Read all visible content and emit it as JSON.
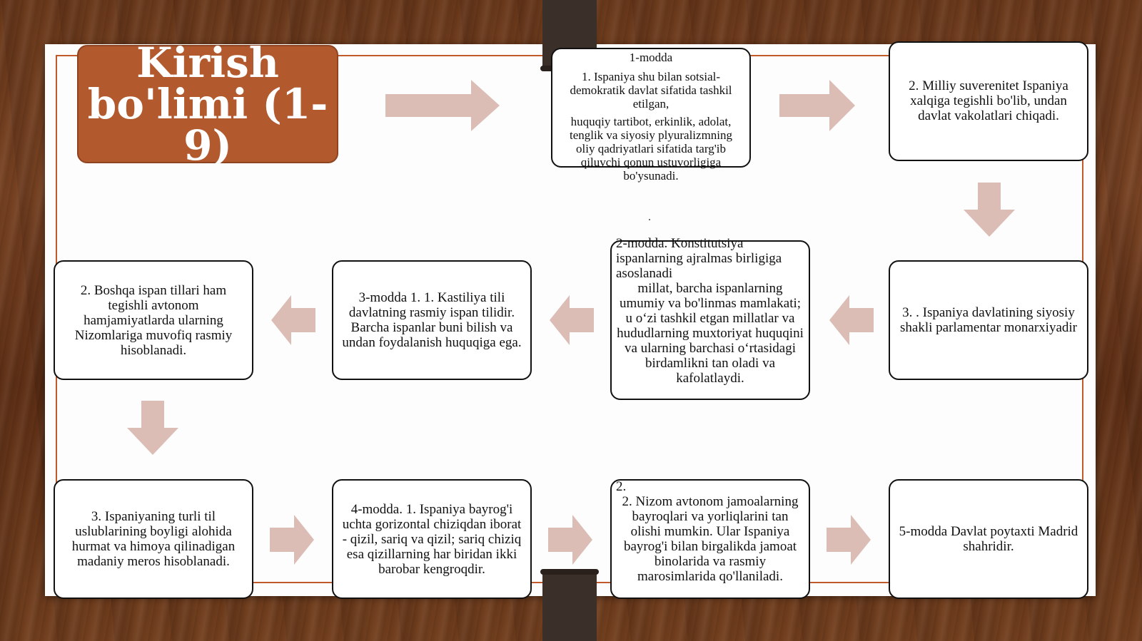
{
  "title": "Kirish bo'limi (1-9)",
  "colors": {
    "accent": "#b2592e",
    "arrow": "#dbbdb5",
    "border": "#c05a2a"
  },
  "boxes": {
    "modda1": {
      "heading": "1-modda",
      "p1": "1. Ispaniya shu bilan sotsial-demokratik davlat sifatida tashkil etilgan,",
      "p2": "huquqiy tartibot, erkinlik, adolat, tenglik va siyosiy plyuralizmning oliy qadriyatlari sifatida targ'ib qiluvchi qonun ustuvorligiga bo'ysunadi."
    },
    "suverenitet": "2. Milliy suverenitet Ispaniya xalqiga tegishli bo'lib, undan davlat vakolatlari chiqadi.",
    "dot": ".",
    "modda2": {
      "p1": "2-modda. Konstitutsiya ispanlarning ajralmas birligiga asoslanadi",
      "p2": "millat, barcha ispanlarning umumiy va bo'linmas mamlakati; u o‘zi tashkil etgan millatlar va hududlarning muxtoriyat huquqini va ularning barchasi o‘rtasidagi birdamlikni tan oladi va kafolatlaydi."
    },
    "monarxiya": "3. . Ispaniya davlatining siyosiy shakli parlamentar monarxiyadir",
    "modda3": "3-modda 1. 1. Kastiliya tili davlatning rasmiy ispan tilidir. Barcha ispanlar buni bilish va undan foydalanish huquqiga ega.",
    "boshqa_tillar": "2. Boshqa ispan tillari ham tegishli avtonom hamjamiyatlarda ularning Nizomlariga muvofiq rasmiy hisoblanadi.",
    "til_uslublari": "3. Ispaniyaning turli til uslublarining boyligi alohida hurmat va himoya qilinadigan madaniy meros hisoblanadi.",
    "modda4": "4-modda. 1. Ispaniya bayrog'i uchta gorizontal chiziqdan iborat - qizil, sariq va qizil; sariq chiziq esa qizillarning har biridan ikki barobar kengroqdir.",
    "nizom": {
      "num": "2.",
      "text": "2. Nizom avtonom jamoalarning bayroqlari va yorliqlarini tan olishi mumkin. Ular Ispaniya bayrog'i bilan birgalikda jamoat binolarida va rasmiy marosimlarida qo'llaniladi."
    },
    "modda5": "5-modda Davlat poytaxti Madrid shahridir."
  },
  "arrows": [
    {
      "id": "arrow-title-to-modda1",
      "direction": "right"
    },
    {
      "id": "arrow-modda1-to-suverenitet",
      "direction": "right"
    },
    {
      "id": "arrow-suverenitet-to-monarxiya",
      "direction": "down"
    },
    {
      "id": "arrow-monarxiya-to-modda2",
      "direction": "left"
    },
    {
      "id": "arrow-modda2-to-modda3",
      "direction": "left"
    },
    {
      "id": "arrow-modda3-to-boshqa",
      "direction": "left"
    },
    {
      "id": "arrow-boshqa-to-uslublar",
      "direction": "down"
    },
    {
      "id": "arrow-uslublar-to-modda4",
      "direction": "right"
    },
    {
      "id": "arrow-modda4-to-nizom",
      "direction": "right"
    },
    {
      "id": "arrow-nizom-to-modda5",
      "direction": "right"
    }
  ]
}
